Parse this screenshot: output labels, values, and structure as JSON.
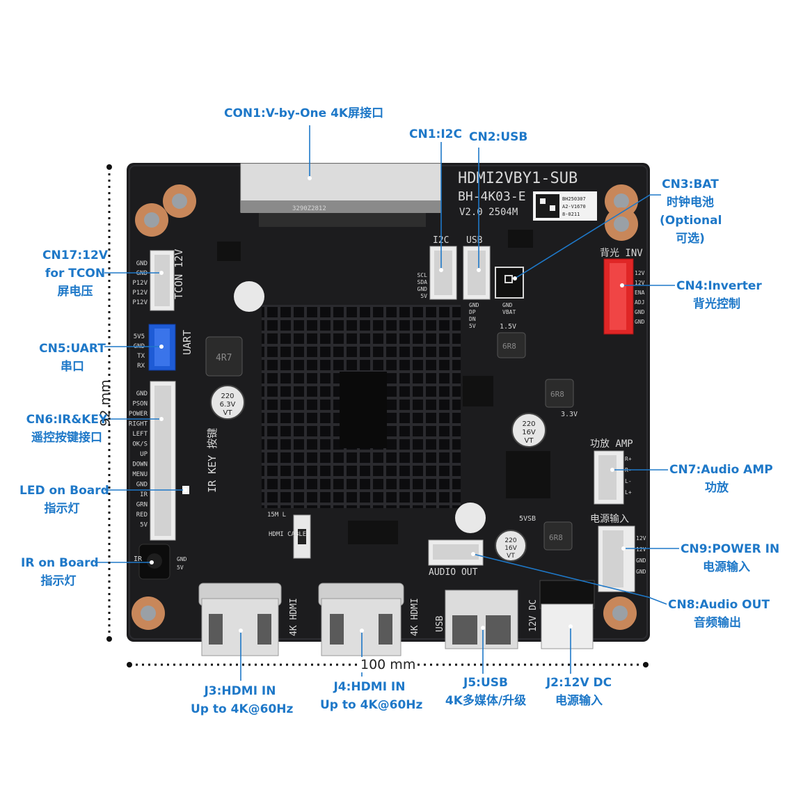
{
  "board": {
    "model": "HDMI2VBY1-SUB",
    "part": "BH-4K03-E",
    "version": "V2.0 2504M",
    "sticker": [
      "BH250307",
      "A2-V1670",
      "8-0211"
    ],
    "inductor_4r7": "4R7",
    "inductor_6r8": "6R8",
    "cap_1": [
      "220",
      "6.3V",
      "VT"
    ],
    "cap_2": [
      "220",
      "16V",
      "VT"
    ],
    "cap_3": [
      "220",
      "16V",
      "VT"
    ],
    "silk": {
      "i2c": "I2C",
      "usb": "USB",
      "tcon_12v": "TCON 12V",
      "uart": "UART",
      "ir_key": "IR KEY 按键",
      "hdmi_cable": "HDMI CABLE",
      "len": "15M L",
      "backlight_inv": "背光 INV",
      "amp": "功放 AMP",
      "power_in": "电源输入",
      "audio_out": "AUDIO OUT",
      "hdmi_4k": "4K HDMI",
      "dc_12v": "12V DC",
      "usb_port": "USB",
      "v33": "3.3V",
      "v15": "1.5V",
      "v5sb": "5VSB",
      "ir": "IR",
      "cn17_pins": [
        "GND",
        "GND",
        "P12V",
        "P12V",
        "P12V"
      ],
      "cn5_pins": [
        "5V5",
        "GND",
        "TX",
        "RX"
      ],
      "cn6_pins": [
        "GND",
        "PSON",
        "POWER",
        "RIGHT",
        "LEFT",
        "OK/S",
        "UP",
        "DOWN",
        "MENU",
        "GND",
        "IR",
        "GRN",
        "RED",
        "5V"
      ],
      "cn1_pins": [
        "SCL",
        "SDA",
        "GND",
        "5V"
      ],
      "cn2_pins": [
        "GND",
        "DP",
        "DN",
        "5V"
      ],
      "cn3_pins": [
        "GND",
        "VBAT"
      ],
      "cn4_pins": [
        "12V",
        "12V",
        "ENA",
        "ADJ",
        "GND",
        "GND"
      ],
      "cn7_pins": [
        "R+",
        "R-",
        "L-",
        "L+"
      ],
      "cn9_pins": [
        "12V",
        "12V",
        "GND",
        "GND"
      ],
      "ir_pins": [
        "GND",
        "5V"
      ]
    }
  },
  "callouts": {
    "con1": "CON1:V-by-One 4K屏接口",
    "cn1": "CN1:I2C",
    "cn2": "CN2:USB",
    "cn3": [
      "CN3:BAT",
      "时钟电池",
      "(Optional",
      "可选)"
    ],
    "cn4": [
      "CN4:Inverter",
      "背光控制"
    ],
    "cn7": [
      "CN7:Audio AMP",
      "功放"
    ],
    "cn9": [
      "CN9:POWER IN",
      "电源输入"
    ],
    "cn8": [
      "CN8:Audio OUT",
      "音频输出"
    ],
    "cn17": [
      "CN17:12V",
      "for TCON",
      "屏电压"
    ],
    "cn5": [
      "CN5:UART",
      "串口"
    ],
    "cn6": [
      "CN6:IR&KEY",
      "遥控按键接口"
    ],
    "led": [
      "LED on Board",
      "指示灯"
    ],
    "ir": [
      "IR on Board",
      "指示灯"
    ],
    "j3": [
      "J3:HDMI IN",
      "Up to 4K@60Hz"
    ],
    "j4": [
      "J4:HDMI IN",
      "Up to 4K@60Hz"
    ],
    "j5": [
      "J5:USB",
      "4K多媒体/升级"
    ],
    "j2": [
      "J2:12V DC",
      "电源输入"
    ]
  },
  "dimensions": {
    "height": "92 mm",
    "width": "100 mm"
  },
  "colors": {
    "callout": "#1e78c8",
    "pcb": "#1c1c1e",
    "heatsink": "#0e0e10",
    "connector": "#ececec",
    "uart_connector": "#1e5bd6",
    "inverter_connector": "#e02626",
    "mount_pad": "#c8875a"
  }
}
